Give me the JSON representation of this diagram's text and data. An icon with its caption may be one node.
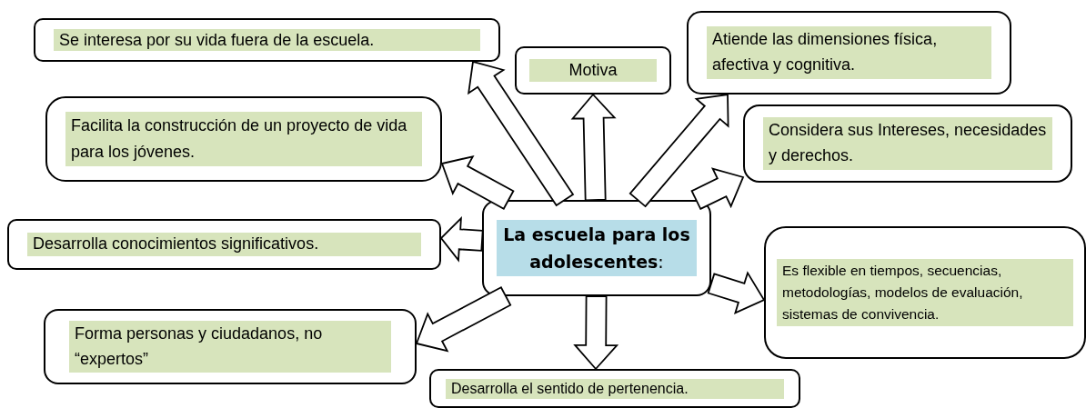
{
  "diagram": {
    "nodes": [
      {
        "text": [
          "**La escuela para los adolescentes**:"
        ]
      },
      {
        "text": [
          "Se interesa por su vida fuera de la escuela."
        ]
      },
      {
        "text": [
          "Motiva"
        ]
      },
      {
        "text": [
          "Atiende las dimensiones física, afectiva y cognitiva."
        ]
      },
      {
        "text": [
          "Facilita la construcción de un proyecto de vida para los jóvenes."
        ]
      },
      {
        "text": [
          "Considera sus Intereses, necesidades y derechos."
        ]
      },
      {
        "text": [
          "Desarrolla conocimientos significativos."
        ]
      },
      {
        "text": [
          "Es flexible en tiempos, secuencias, metodologías, modelos de evaluación, sistemas de convivencia."
        ]
      },
      {
        "text": [
          "Forma personas y ciudadanos, no “expertos”"
        ]
      },
      {
        "text": [
          "Desarrolla el sentido de pertenencia."
        ]
      }
    ],
    "edges": [
      {
        "from": 0,
        "to": 1,
        "arrow": "to"
      },
      {
        "from": 0,
        "to": 2,
        "arrow": "to"
      },
      {
        "from": 0,
        "to": 3,
        "arrow": "to"
      },
      {
        "from": 0,
        "to": 4,
        "arrow": "to"
      },
      {
        "from": 0,
        "to": 5,
        "arrow": "to"
      },
      {
        "from": 0,
        "to": 6,
        "arrow": "to"
      },
      {
        "from": 0,
        "to": 7,
        "arrow": "to"
      },
      {
        "from": 0,
        "to": 8,
        "arrow": "to"
      },
      {
        "from": 0,
        "to": 9,
        "arrow": "to"
      }
    ]
  }
}
